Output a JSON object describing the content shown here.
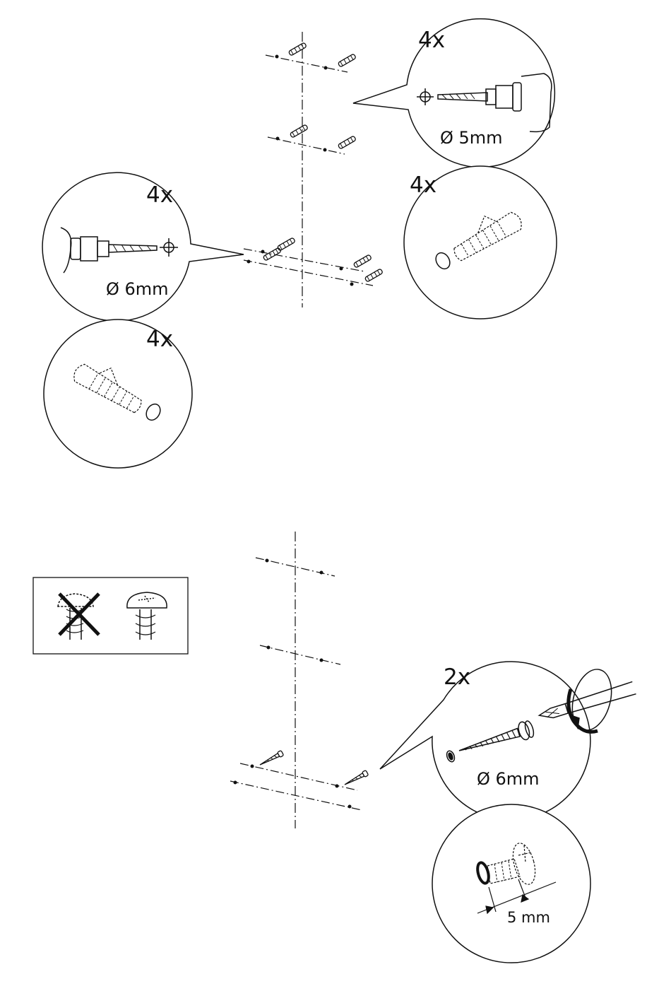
{
  "step1": {
    "drill_5mm": {
      "count": "4x",
      "diameter": "Ø 5mm"
    },
    "dowel_right": {
      "count": "4x"
    },
    "drill_6mm": {
      "count": "4x",
      "diameter": "Ø 6mm"
    },
    "dowel_left": {
      "count": "4x"
    }
  },
  "step2": {
    "screw_detail": {
      "count": "2x",
      "diameter": "Ø 6mm"
    },
    "gap_detail": {
      "gap": "5 mm"
    }
  },
  "colors": {
    "line": "#111111",
    "background": "#ffffff"
  },
  "icons": [
    "drill-icon",
    "wall-plug-icon",
    "screw-icon",
    "screwdriver-icon",
    "rotation-arrow-icon",
    "prohibited-x-icon",
    "pan-head-screw-icon"
  ]
}
